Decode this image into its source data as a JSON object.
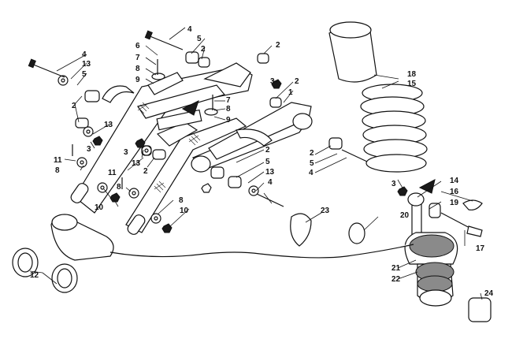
{
  "callouts": [
    "1",
    "2",
    "3",
    "4",
    "5",
    "6",
    "7",
    "8",
    "9",
    "10",
    "11",
    "12",
    "13",
    "14",
    "15",
    "16",
    "17",
    "18",
    "19",
    "20",
    "21",
    "22",
    "23",
    "24"
  ]
}
